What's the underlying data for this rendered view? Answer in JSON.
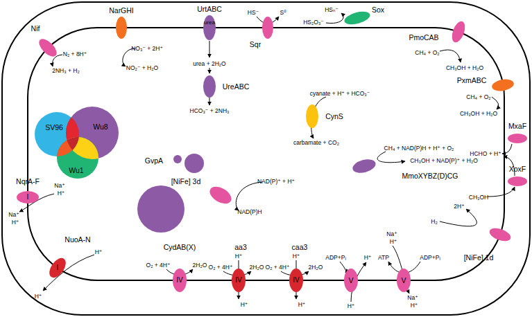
{
  "diagram": {
    "nodes": [
      {
        "text": [
          "Nif"
        ]
      },
      {
        "text": [
          "NarGHI"
        ]
      },
      {
        "text": [
          "UrtABC",
          "urea"
        ]
      },
      {
        "text": [
          "UreABC"
        ]
      },
      {
        "text": [
          "Sqr"
        ]
      },
      {
        "text": [
          "Sox"
        ]
      },
      {
        "text": [
          "PmoCAB"
        ]
      },
      {
        "text": [
          "PxmABC"
        ]
      },
      {
        "text": [
          "MxaF"
        ]
      },
      {
        "text": [
          "XoxF"
        ]
      },
      {
        "text": [
          "[NiFe] 1d"
        ]
      },
      {
        "text": [
          "CynS"
        ]
      },
      {
        "text": [
          "MmoXYBZ(D)CG"
        ]
      },
      {
        "text": [
          "[NiFe] 3d"
        ]
      },
      {
        "text": [
          "SV96"
        ]
      },
      {
        "text": [
          "Wu8"
        ]
      },
      {
        "text": [
          "Wu1"
        ]
      },
      {
        "text": [
          "GvpA"
        ]
      },
      {
        "text": [
          "NqrA-F",
          "I"
        ]
      },
      {
        "text": [
          "NuoA-N",
          "I"
        ]
      },
      {
        "text": [
          "CydAB(X)",
          "IV"
        ]
      },
      {
        "text": [
          "aa3",
          "IV"
        ]
      },
      {
        "text": [
          "caa3",
          "IV"
        ]
      },
      {
        "text": [
          "V"
        ]
      },
      {
        "text": [
          "V"
        ]
      }
    ],
    "labels": [
      "N₂ + 8H⁺",
      "2NH₃ + H₂",
      "NO₃⁻ + 2H⁺",
      "NO₂⁻ + H₂O",
      "urea + 2H₂O",
      "HCO₃⁻ + 2NH₃",
      "HS⁻",
      "S⁰",
      "HSₙ⁻",
      "HS₂O₃⁻",
      "CH₄ + O₂",
      "CH₃OH + H₂O",
      "CH₄ + O₂",
      "CH₃OH + H₂O",
      "HCHO + H⁺",
      "CH₃OH",
      "2H⁺",
      "H₂",
      "cyanate + H⁺ + HCO₃⁻",
      "carbamate + CO₂",
      "CH₄ + NAD(P)H + H⁺ + O₂",
      "CH₃OH + NAD(P)⁺ + H₂O",
      "NAD(P)⁺ + H⁺",
      "NAD(P)H",
      "Na⁺",
      "H⁺",
      "Na⁺",
      "H⁺",
      "H⁺",
      "H⁺",
      "O₂ + 4H⁺",
      "2H₂O",
      "H⁺",
      "O₂ + 4H⁺",
      "2H₂O",
      "H⁺",
      "H⁺",
      "O₂ + 4H⁺",
      "2H₂O",
      "H⁺",
      "ADP+Pᵢ",
      "H⁺",
      "H⁺",
      "ATP",
      "Na⁺",
      "H⁺",
      "ADP+Pᵢ",
      "Na⁺",
      "H⁺"
    ]
  }
}
